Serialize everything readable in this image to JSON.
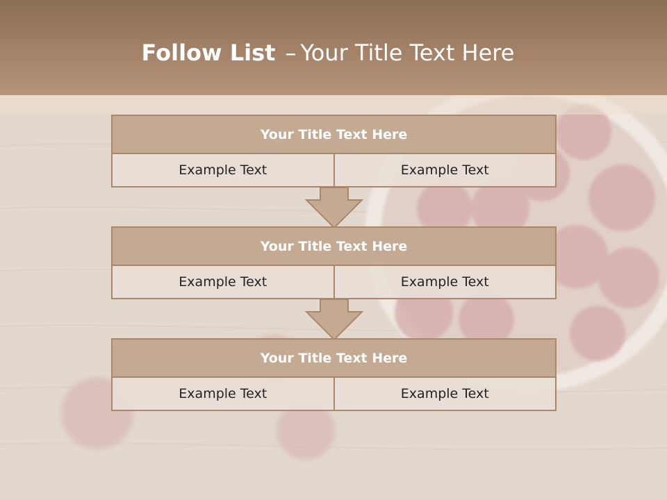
{
  "title": {
    "main": "Follow List",
    "separator": "–",
    "sub": "Your Title Text Here"
  },
  "blocks": [
    {
      "title": "Your Title Text Here",
      "left": "Example Text",
      "right": "Example Text"
    },
    {
      "title": "Your Title Text Here",
      "left": "Example Text",
      "right": "Example Text"
    },
    {
      "title": "Your Title Text Here",
      "left": "Example Text",
      "right": "Example Text"
    }
  ],
  "colors": {
    "title_band": "#a48268",
    "block_title_fill": "#c5aa93",
    "block_border": "#a9876b",
    "cell_fill": "#e8ded6",
    "arrow_fill": "#c5aa93"
  }
}
